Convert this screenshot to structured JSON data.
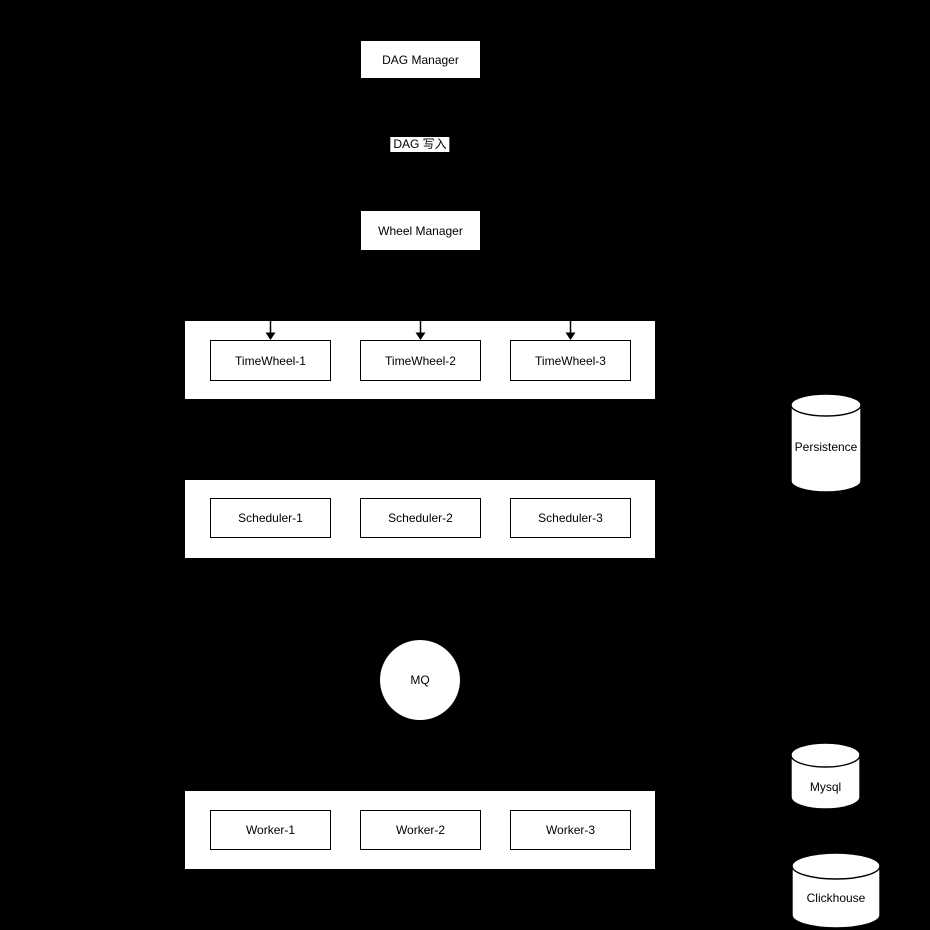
{
  "diagram_title": "task-scheduler-architecture-diagram",
  "colors": {
    "background": "#000000",
    "node_fill": "#ffffff",
    "stroke": "#000000",
    "text": "#000000"
  },
  "nodes": {
    "dag_manager": "DAG Manager",
    "dag_write_edge_label": "DAG 写入",
    "wheel_manager": "Wheel Manager",
    "mq": "MQ"
  },
  "timewheels": [
    "TimeWheel-1",
    "TimeWheel-2",
    "TimeWheel-3"
  ],
  "schedulers": [
    "Scheduler-1",
    "Scheduler-2",
    "Scheduler-3"
  ],
  "workers": [
    "Worker-1",
    "Worker-2",
    "Worker-3"
  ],
  "datastores": {
    "persistence": "Persistence",
    "mysql": "Mysql",
    "clickhouse": "Clickhouse"
  }
}
